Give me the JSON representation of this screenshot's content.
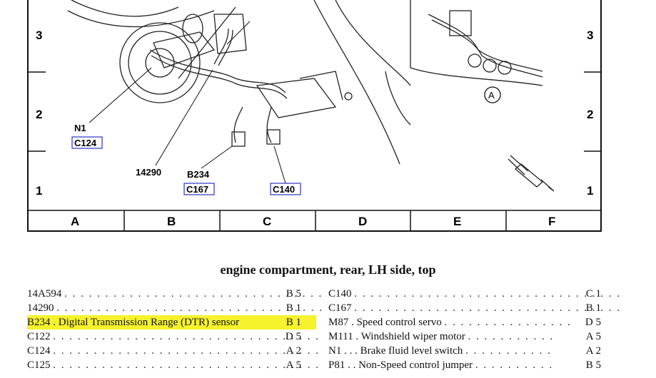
{
  "grid": {
    "rows": [
      "3",
      "2",
      "1"
    ],
    "columns": [
      "A",
      "B",
      "C",
      "D",
      "E",
      "F"
    ]
  },
  "callouts": {
    "n1": "N1",
    "c124": "C124",
    "s14290": "14290",
    "b234": "B234",
    "c167": "C167",
    "c140": "C140",
    "view_a": "A"
  },
  "caption": "engine compartment, rear, LH side, top",
  "index": {
    "left": [
      {
        "code": "14A594",
        "desc": "",
        "loc": "B 5"
      },
      {
        "code": "14290",
        "desc": "",
        "loc": "B 1"
      },
      {
        "code": "B234",
        "desc": "Digital Transmission Range (DTR) sensor",
        "loc": "B 1",
        "highlight": true
      },
      {
        "code": "C122",
        "desc": "",
        "loc": "D 5"
      },
      {
        "code": "C124",
        "desc": "",
        "loc": "A 2"
      },
      {
        "code": "C125",
        "desc": "",
        "loc": "A 5"
      }
    ],
    "right": [
      {
        "code": "C140",
        "desc": "",
        "loc": "C 1"
      },
      {
        "code": "C167",
        "desc": "",
        "loc": "B 1"
      },
      {
        "code": "M87",
        "desc": "Speed control servo",
        "loc": "D 5"
      },
      {
        "code": "M111",
        "desc": "Windshield wiper motor",
        "loc": "A 5"
      },
      {
        "code": "N1",
        "desc": "Brake fluid level switch",
        "loc": "A 2"
      },
      {
        "code": "P81",
        "desc": "Non-Speed control jumper",
        "loc": "B 5"
      }
    ]
  },
  "colors": {
    "highlight": "#f6f22c",
    "callout_box": "#2c33c8"
  }
}
